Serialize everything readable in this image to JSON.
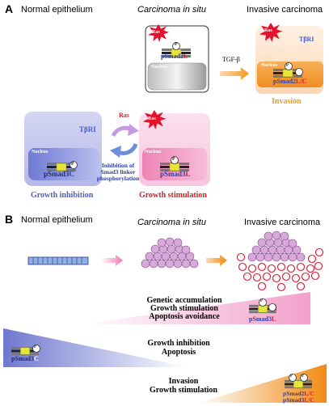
{
  "panel_a": {
    "letter": "A",
    "stage_normal": "Normal epithelium",
    "stage_cis_prefix": "Carcinoma ",
    "stage_cis_italic": "in situ",
    "stage_invasive": "Invasive carcinoma",
    "cis_box": {
      "ras": "Ras",
      "p_prefix": "p",
      "p_smad": "Smad2",
      "p_suffix": "L",
      "phospho": "P",
      "nucleus": "Nucleus"
    },
    "arrow_label": "TGF-β",
    "invasive_box": {
      "ras": "Ras",
      "receptor": "TβRI",
      "nucleus": "Nucleus",
      "p_prefix": "p",
      "p_smad": "Smad2",
      "p_suffix": "L/C",
      "phospho": "P",
      "outcome": "Invasion"
    },
    "normal_box": {
      "receptor": "TβRI",
      "nucleus": "Nucleus",
      "p_prefix": "p",
      "p_smad": "Smad3",
      "p_suffix": "C",
      "phospho": "P",
      "outcome": "Growth inhibition"
    },
    "switch": {
      "ras": "Ras",
      "label_line1": "Inhibition of",
      "label_line2": "Smad3 linker",
      "label_line3": "phosphorylation"
    },
    "stim_box": {
      "ras": "Ras",
      "nucleus": "Nucleus",
      "p_prefix": "p",
      "p_smad": "Smad3",
      "p_suffix": "L",
      "phospho": "P",
      "outcome": "Growth stimulation"
    }
  },
  "panel_b": {
    "letter": "B",
    "stage_normal": "Normal epithelium",
    "stage_cis_prefix": "Carcinoma ",
    "stage_cis_italic": "in situ",
    "stage_invasive": "Invasive carcinoma",
    "wedge_pink": {
      "line1": "Genetic accumulation",
      "line2": "Growth stimulation",
      "line3": "Apoptosis avoidance",
      "p_prefix": "p",
      "p_smad": "Smad3",
      "p_suffix": "L",
      "phospho": "P"
    },
    "wedge_blue": {
      "p_prefix": "p",
      "p_smad": "Smad3",
      "p_suffix": "C",
      "phospho": "P",
      "line1": "Growth inhibition",
      "line2": "Apoptosis"
    },
    "wedge_orange": {
      "line1": "Invasion",
      "line2": "Growth stimulation",
      "row1_prefix": "p",
      "row1_smad": "Smad2",
      "row1_suffix": "L/C",
      "row2_prefix": "p",
      "row2_smad": "Smad3",
      "row2_suffix": "L/C",
      "phospho": "P"
    }
  },
  "colors": {
    "ras_red": "#e8112d",
    "blue_dark": "#2d3fa8",
    "red_text": "#d3202a",
    "orange": "#f39a21",
    "pink": "#f2a3cc",
    "lavender": "#b9bde9"
  }
}
